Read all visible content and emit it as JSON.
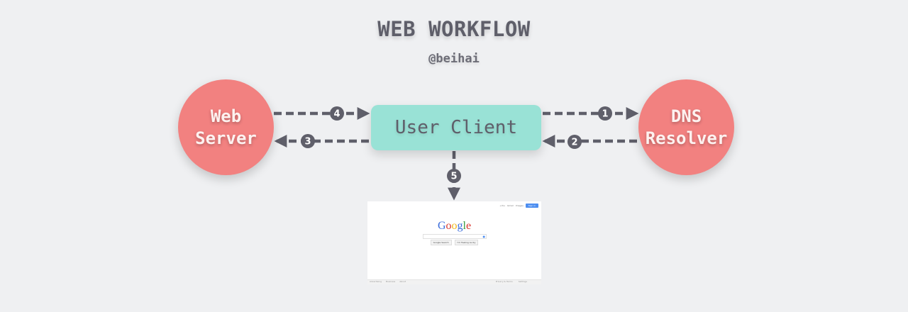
{
  "header": {
    "title": "WEB WORKFLOW",
    "subtitle": "@beihai"
  },
  "nodes": {
    "web_server": [
      "Web",
      "Server"
    ],
    "dns_resolver": [
      "DNS",
      "Resolver"
    ],
    "user_client": "User Client"
  },
  "steps": {
    "s1": "1",
    "s2": "2",
    "s3": "3",
    "s4": "4",
    "s5": "5"
  },
  "colors": {
    "background": "#eff0f2",
    "server_node": "#f28180",
    "client_node": "#99e2d6",
    "arrow": "#5f5f6a"
  },
  "browser_page": {
    "logo_letters": [
      "G",
      "o",
      "o",
      "g",
      "l",
      "e"
    ],
    "logo_colors": [
      "#3c6ddb",
      "#d8372f",
      "#f2b618",
      "#3c6ddb",
      "#3a9c41",
      "#d8372f"
    ],
    "top_links": [
      "+You",
      "Gmail",
      "Images"
    ],
    "sign_in": "Sign in",
    "buttons": [
      "Google Search",
      "I'm Feeling Lucky"
    ],
    "footer_left": [
      "Advertising",
      "Business",
      "About"
    ],
    "footer_right": [
      "Privacy & Terms",
      "Settings"
    ]
  }
}
